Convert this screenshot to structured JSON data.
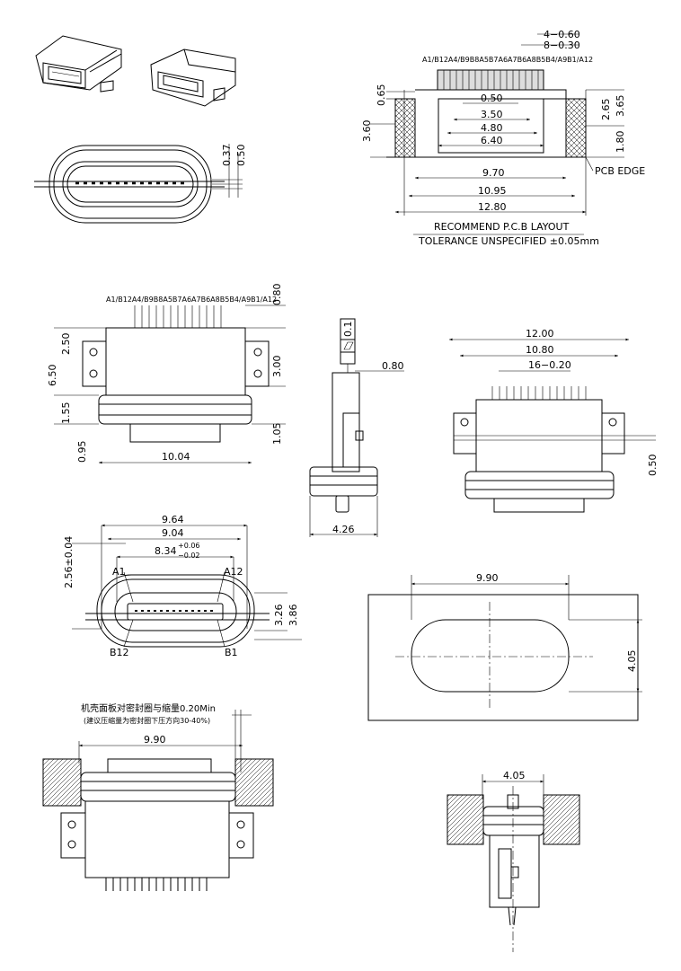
{
  "pcb_layout": {
    "pitch_count_large": "4−0.60",
    "pitch_count_small": "8−0.30",
    "pin_labels": "A1/B12A4/B9B8A5B7A6A7B6A8B5B4/A9B1/A12",
    "dims": [
      "0.50",
      "3.50",
      "4.80",
      "6.40",
      "9.70",
      "10.95",
      "12.80",
      "0.65",
      "3.60",
      "2.65",
      "3.65",
      "1.80"
    ],
    "pcb_edge_label": "PCB EDGE",
    "caption_title": "RECOMMEND  P.C.B  LAYOUT",
    "caption_tolerance": "TOLERANCE  UNSPECIFIED  ±0.05mm"
  },
  "front_face": {
    "dims": [
      "0.37",
      "0.50"
    ]
  },
  "top_view": {
    "pin_labels": "A1/B12A4/B9B8A5B7A6A7B6A8B5B4/A9B1/A12",
    "dims": [
      "0.80",
      "2.50",
      "6.50",
      "3.00",
      "1.55",
      "1.05",
      "0.95",
      "10.04"
    ]
  },
  "side_view": {
    "flatness_value": "0.1",
    "dims": [
      "0.80",
      "4.26"
    ]
  },
  "rear_view": {
    "dims": [
      "12.00",
      "10.80",
      "16−0.20",
      "0.50"
    ]
  },
  "mating_face": {
    "dims": [
      "9.64",
      "9.04",
      "8.34",
      "+0.06",
      "−0.02",
      "2.56±0.04",
      "3.26",
      "3.86"
    ],
    "contact_labels": [
      "A1",
      "A12",
      "B12",
      "B1"
    ]
  },
  "panel_cutout": {
    "dims": [
      "9.90",
      "4.05"
    ]
  },
  "panel_section": {
    "note_line1": "机壳面板对密封圈与缩量0.20Min",
    "note_line2": "(建议压缩量为密封圈下压方向30-40%)",
    "width_dim": "9.90"
  },
  "panel_side_section": {
    "width_dim": "4.05"
  }
}
